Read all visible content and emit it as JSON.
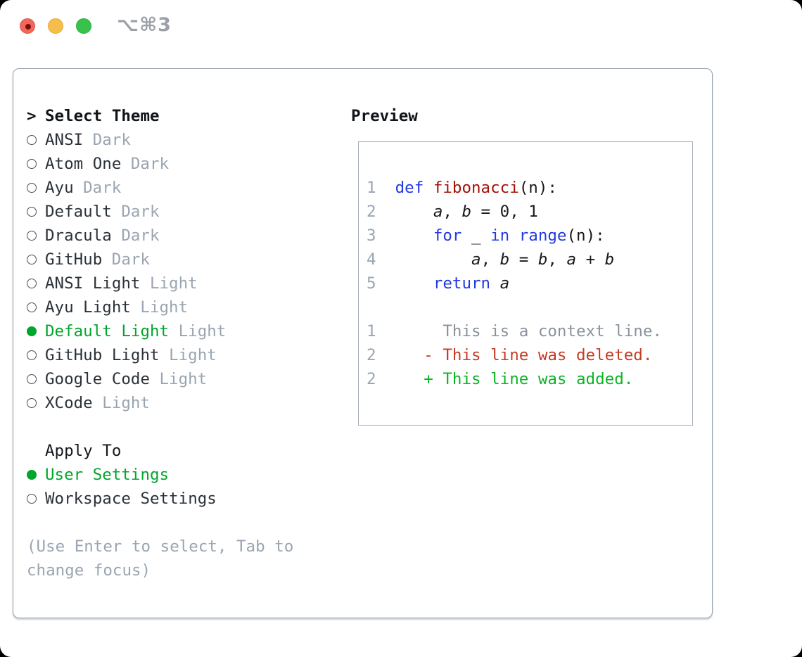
{
  "titlebar": {
    "shortcut": "⌥⌘3"
  },
  "theme_panel": {
    "header": {
      "marker": ">",
      "label": "Select Theme"
    },
    "items": [
      {
        "name": "ANSI",
        "variant": "Dark",
        "selected": false
      },
      {
        "name": "Atom One",
        "variant": "Dark",
        "selected": false
      },
      {
        "name": "Ayu",
        "variant": "Dark",
        "selected": false
      },
      {
        "name": "Default",
        "variant": "Dark",
        "selected": false
      },
      {
        "name": "Dracula",
        "variant": "Dark",
        "selected": false
      },
      {
        "name": "GitHub",
        "variant": "Dark",
        "selected": false
      },
      {
        "name": "ANSI Light",
        "variant": "Light",
        "selected": false
      },
      {
        "name": "Ayu Light",
        "variant": "Light",
        "selected": false
      },
      {
        "name": "Default Light",
        "variant": "Light",
        "selected": true
      },
      {
        "name": "GitHub Light",
        "variant": "Light",
        "selected": false
      },
      {
        "name": "Google Code",
        "variant": "Light",
        "selected": false
      },
      {
        "name": "XCode",
        "variant": "Light",
        "selected": false
      }
    ],
    "apply_to": {
      "label": "Apply To",
      "options": [
        {
          "label": "User Settings",
          "selected": true
        },
        {
          "label": "Workspace Settings",
          "selected": false
        }
      ]
    },
    "hint_line1": "(Use Enter to select, Tab to",
    "hint_line2": "change focus)"
  },
  "preview": {
    "label": "Preview",
    "code_lines": [
      {
        "num": "1",
        "segs": [
          {
            "t": "  ",
            "c": "pltx"
          },
          {
            "t": "def",
            "c": "kw"
          },
          {
            "t": " ",
            "c": "pltx"
          },
          {
            "t": "fibonacci",
            "c": "fn"
          },
          {
            "t": "(n):",
            "c": "pltx"
          }
        ]
      },
      {
        "num": "2",
        "segs": [
          {
            "t": "      ",
            "c": "pltx"
          },
          {
            "t": "a",
            "c": "vr"
          },
          {
            "t": ", ",
            "c": "pltx"
          },
          {
            "t": "b",
            "c": "vr"
          },
          {
            "t": " = 0, 1",
            "c": "pltx"
          }
        ]
      },
      {
        "num": "3",
        "segs": [
          {
            "t": "      ",
            "c": "pltx"
          },
          {
            "t": "for",
            "c": "kw"
          },
          {
            "t": " _ ",
            "c": "pltx"
          },
          {
            "t": "in",
            "c": "kw"
          },
          {
            "t": " ",
            "c": "pltx"
          },
          {
            "t": "range",
            "c": "kw"
          },
          {
            "t": "(n):",
            "c": "pltx"
          }
        ]
      },
      {
        "num": "4",
        "segs": [
          {
            "t": "          ",
            "c": "pltx"
          },
          {
            "t": "a",
            "c": "vr"
          },
          {
            "t": ", ",
            "c": "pltx"
          },
          {
            "t": "b",
            "c": "vr"
          },
          {
            "t": " = ",
            "c": "pltx"
          },
          {
            "t": "b",
            "c": "vr"
          },
          {
            "t": ", ",
            "c": "pltx"
          },
          {
            "t": "a",
            "c": "vr"
          },
          {
            "t": " + ",
            "c": "pltx"
          },
          {
            "t": "b",
            "c": "vr"
          }
        ]
      },
      {
        "num": "5",
        "segs": [
          {
            "t": "      ",
            "c": "pltx"
          },
          {
            "t": "return",
            "c": "kw"
          },
          {
            "t": " ",
            "c": "pltx"
          },
          {
            "t": "a",
            "c": "vr"
          }
        ]
      }
    ],
    "diff_lines": [
      {
        "num": "1",
        "text": "       This is a context line.",
        "kind": "context"
      },
      {
        "num": "2",
        "text": "     - This line was deleted.",
        "kind": "deleted"
      },
      {
        "num": "2",
        "text": "     + This line was added.",
        "kind": "added"
      }
    ]
  },
  "colors": {
    "ui_green": "#00a62b",
    "keyword_blue": "#2139e0",
    "function_red": "#a31208",
    "deleted_red": "#c53b22",
    "added_green": "#0cb425",
    "muted_gray": "#9aa5b1",
    "border_gray": "#98a1ab",
    "traffic_red": "#f0685c",
    "traffic_yellow": "#f6bd4b",
    "traffic_green": "#38c24b"
  }
}
